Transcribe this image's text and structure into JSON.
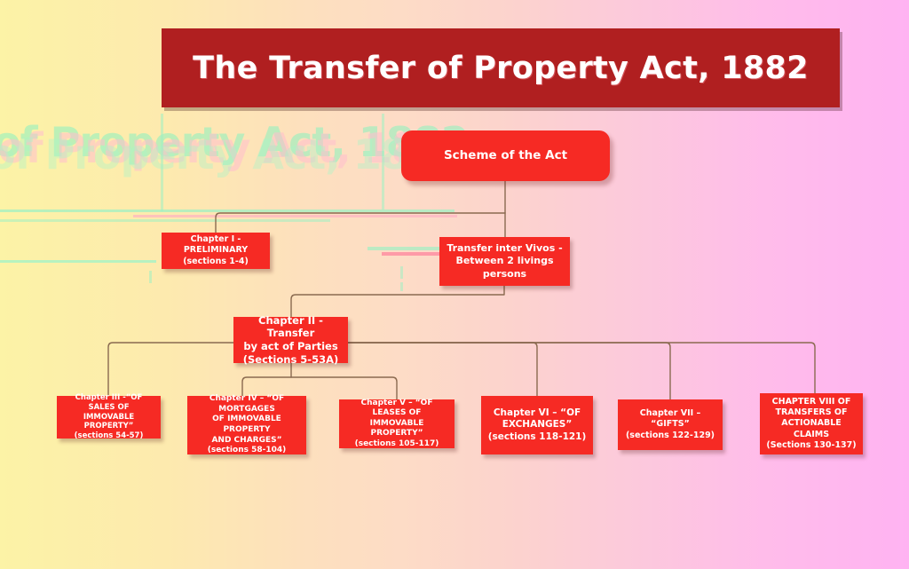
{
  "page": {
    "title": "The Transfer of Property Act, 1882",
    "background_gradient_from": "#fcf3a6",
    "background_gradient_to": "#ffb3f2",
    "accent_banner_color": "#b01f20",
    "node_color": "#f62a24",
    "connector_color": "#8a6a50"
  },
  "diagram": {
    "root": {
      "label": "Scheme of the Act"
    },
    "level2": [
      {
        "label": "Chapter I - PRELIMINARY (sections 1-4)",
        "line1": "Chapter I - PRELIMINARY",
        "line2": "(sections 1-4)"
      },
      {
        "label": "Transfer inter Vivos - Between 2 livings persons",
        "line1": "Transfer inter Vivos -",
        "line2": "Between 2 livings",
        "line3": "persons"
      }
    ],
    "level3": {
      "label": "Chapter II - Transfer by act of Parties (Sections 5-53A)",
      "line1": "Chapter II - Transfer",
      "line2": "by act of Parties",
      "line3": "(Sections 5-53A)"
    },
    "level4": [
      {
        "label": "Chapter III -“OF SALES OF IMMOVABLE PROPERTY” (sections 54-57)",
        "line1": "Chapter III -“OF SALES OF",
        "line2": "IMMOVABLE PROPERTY”",
        "line3": "(sections 54-57)"
      },
      {
        "label": "Chapter IV – “OF MORTGAGES OF IMMOVABLE PROPERTY AND CHARGES” (sections 58-104)",
        "line1": "Chapter IV – “OF MORTGAGES",
        "line2": "OF IMMOVABLE PROPERTY",
        "line3": "AND CHARGES”",
        "line4": "(sections 58-104)"
      },
      {
        "label": "Chapter V – “OF LEASES OF IMMOVABLE PROPERTY” (sections 105-117)",
        "line1": "Chapter V – “OF LEASES OF",
        "line2": "IMMOVABLE PROPERTY”",
        "line3": "(sections 105-117)"
      },
      {
        "label": "Chapter VI – “OF EXCHANGES” (sections 118-121)",
        "line1": "Chapter VI – “OF",
        "line2": "EXCHANGES”",
        "line3": "(sections 118-121)"
      },
      {
        "label": "Chapter VII – “GIFTS” (sections 122-129)",
        "line1": "Chapter VII – “GIFTS”",
        "line2": "(sections 122-129)"
      },
      {
        "label": "CHAPTER VIII OF TRANSFERS OF ACTIONABLE CLAIMS (Sections 130-137)",
        "line1": "CHAPTER VIII OF",
        "line2": "TRANSFERS OF",
        "line3": "ACTIONABLE CLAIMS",
        "line4": "(Sections 130-137)"
      }
    ]
  },
  "artifact": {
    "ghost_text": "of Property Act, 1882"
  }
}
